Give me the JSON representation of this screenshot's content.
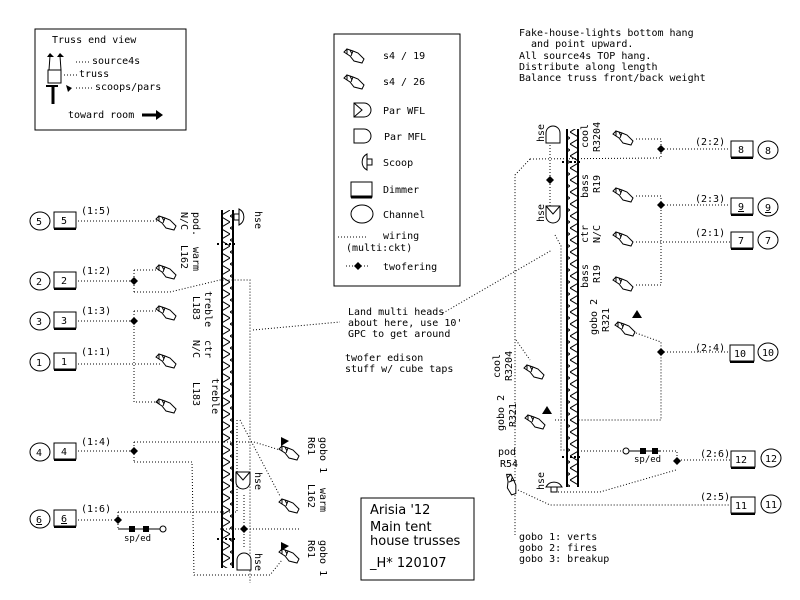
{
  "truss_end_view": {
    "title": "Truss  end  view",
    "labels": [
      "source4s",
      "truss",
      "scoops/pars"
    ],
    "toward_room": "toward room"
  },
  "legend": {
    "items": [
      {
        "icon": "source4-19-icon",
        "label": "s4 / 19"
      },
      {
        "icon": "source4-26-icon",
        "label": "s4 / 26"
      },
      {
        "icon": "par-wfl-icon",
        "label": "Par WFL"
      },
      {
        "icon": "par-mfl-icon",
        "label": "Par MFL"
      },
      {
        "icon": "scoop-icon",
        "label": "Scoop"
      },
      {
        "icon": "dimmer-icon",
        "label": "Dimmer"
      },
      {
        "icon": "channel-icon",
        "label": "Channel"
      }
    ],
    "wiring": "wiring",
    "wiring_sub": "(multi:ckt)",
    "twofering": "twofering"
  },
  "notes_top": [
    "Fake-house-lights bottom hang",
    "  and point upward.",
    "All source4s TOP hang.",
    "Distribute along length",
    "Balance truss front/back weight"
  ],
  "notes_middle": [
    "Land multi heads",
    "about here, use 10'",
    "GPC to get around"
  ],
  "notes_twofer": [
    "twofer edison",
    "stuff w/ cube taps"
  ],
  "gobo_key": [
    "gobo 1: verts",
    "gobo 2: fires",
    "gobo 3: breakup"
  ],
  "title_block": {
    "line1": "Arisia '12",
    "line2": "Main tent",
    "line3": "house trusses",
    "line4": "_H*  120107"
  },
  "left_circuits": [
    {
      "channel": "5",
      "dimmer": "5",
      "multi": "(1:5)"
    },
    {
      "channel": "2",
      "dimmer": "2",
      "multi": "(1:2)"
    },
    {
      "channel": "3",
      "dimmer": "3",
      "multi": "(1:3)"
    },
    {
      "channel": "1",
      "dimmer": "1",
      "multi": "(1:1)"
    },
    {
      "channel": "4",
      "dimmer": "4",
      "multi": "(1:4)"
    },
    {
      "channel": "6",
      "dimmer": "6",
      "multi": "(1:6)"
    }
  ],
  "right_circuits": [
    {
      "channel": "8",
      "dimmer": "8",
      "multi": "(2:2)"
    },
    {
      "channel": "9",
      "dimmer": "9",
      "multi": "(2:3)"
    },
    {
      "channel": "7",
      "dimmer": "7",
      "multi": "(2:1)"
    },
    {
      "channel": "10",
      "dimmer": "10",
      "multi": "(2:4)"
    },
    {
      "channel": "12",
      "dimmer": "12",
      "multi": "(2:6)"
    },
    {
      "channel": "11",
      "dimmer": "11",
      "multi": "(2:5)"
    }
  ],
  "left_truss_labels": [
    {
      "l1": "pod.",
      "l2": "N/C"
    },
    {
      "l1": "warm",
      "l2": "L162"
    },
    {
      "l1": "treble",
      "l2": "L183"
    },
    {
      "l1": "ctr",
      "l2": "N/C"
    },
    {
      "l1": "treble",
      "l2": "L183"
    }
  ],
  "left_lower_labels": [
    {
      "l1": "gobo 1",
      "l2": "R61"
    },
    {
      "l1": "warm",
      "l2": "L162"
    },
    {
      "l1": "gobo 1",
      "l2": "R61"
    }
  ],
  "right_truss_labels": [
    {
      "l1": "cool",
      "l2": "R3204"
    },
    {
      "l1": "bass",
      "l2": "R19"
    },
    {
      "l1": "ctr",
      "l2": "N/C"
    },
    {
      "l1": "bass",
      "l2": "R19"
    },
    {
      "l1": "gobo 2",
      "l2": "R321"
    }
  ],
  "right_left_labels": [
    {
      "l1": "cool",
      "l2": "R3204"
    },
    {
      "l1": "gobo 2",
      "l2": "R321"
    }
  ],
  "pod_label": {
    "l1": "pod",
    "l2": "R54"
  },
  "hse": "hse",
  "spled": "sp/ed"
}
